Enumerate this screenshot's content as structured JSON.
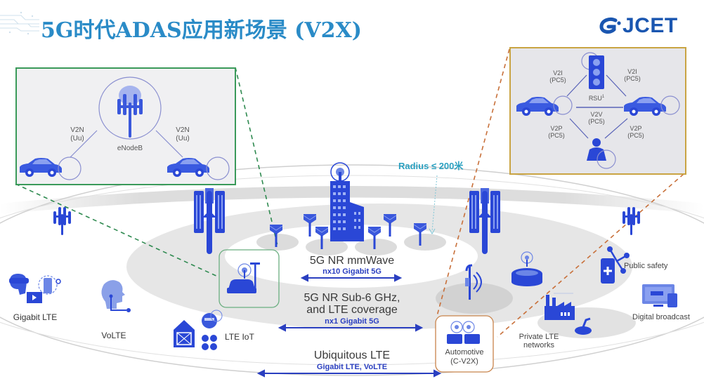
{
  "slide": {
    "title": "5G时代ADAS应用新场景 (V2X)",
    "logo": "JCET",
    "colors": {
      "title": "#2a8bc7",
      "logo": "#1a56b0",
      "icon_blue": "#2a47d6",
      "icon_light": "#6c86e6",
      "v2n_frame": "#3a9a5a",
      "v2x_frame": "#c9a443",
      "automotive_frame": "#c8834a",
      "radius_label": "#2aa0c0"
    }
  },
  "v2n_inset": {
    "center_label": "eNodeB",
    "left_link": [
      "V2N",
      "(Uu)"
    ],
    "right_link": [
      "V2N",
      "(Uu)"
    ]
  },
  "v2x_inset": {
    "rsu_label": "RSU",
    "rsu_superscript": "1",
    "v2i_left": [
      "V2I",
      "(PC5)"
    ],
    "v2i_right": [
      "V2I",
      "(PC5)"
    ],
    "v2v": [
      "V2V",
      "(PC5)"
    ],
    "v2p_left": [
      "V2P",
      "(PC5)"
    ],
    "v2p_right": [
      "V2P",
      "(PC5)"
    ]
  },
  "radius_label": "Radius ≤ 200米",
  "bands": [
    {
      "title": "5G NR mmWave",
      "subtitle": "nx10 Gigabit 5G"
    },
    {
      "title_line1": "5G NR Sub-6 GHz,",
      "title_line2": "and LTE coverage",
      "subtitle": "nx1 Gigabit 5G"
    },
    {
      "title": "Ubiquitous LTE",
      "subtitle": "Gigabit LTE, VoLTE"
    }
  ],
  "use_cases": {
    "gigabit_lte": "Gigabit LTE",
    "volte": "VoLTE",
    "lte_iot": "LTE IoT",
    "automotive_line1": "Automotive",
    "automotive_line2": "(C-V2X)",
    "private_lte_line1": "Private LTE",
    "private_lte_line2": "networks",
    "public_safety": "Public safety",
    "digital_broadcast": "Digital broadcast"
  }
}
